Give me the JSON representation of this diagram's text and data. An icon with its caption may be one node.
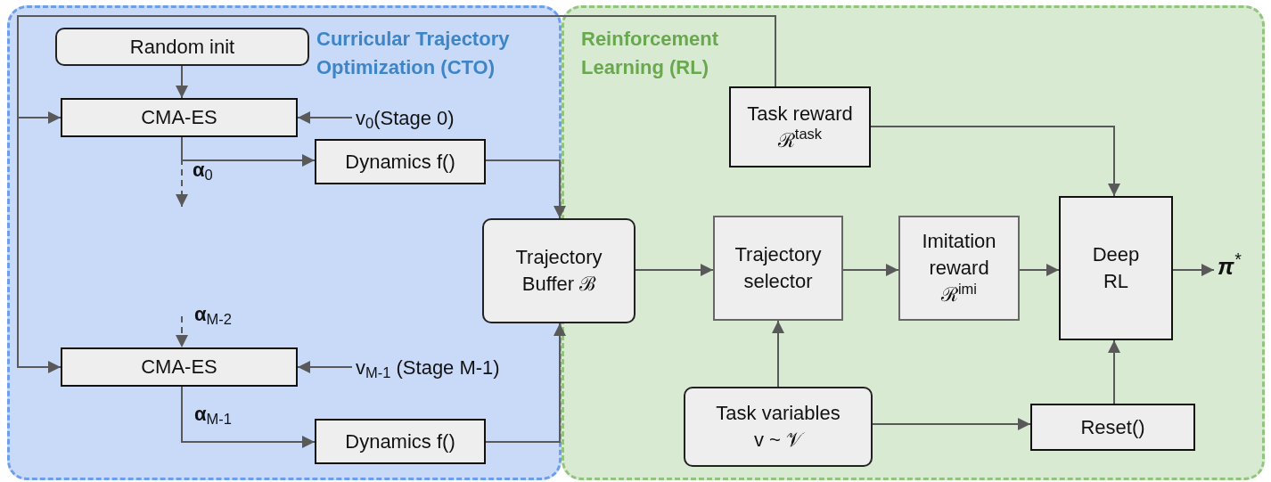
{
  "diagram": {
    "nodes": [
      {
        "text": [
          "Curricular Trajectory Optimization (CTO)"
        ]
      },
      {
        "text": [
          "Reinforcement Learning (RL)"
        ]
      },
      {
        "text": [
          "Random init"
        ],
        "in": 0
      },
      {
        "text": [
          "CMA-ES"
        ],
        "in": 0
      },
      {
        "text": [
          "v$_{0}$(Stage 0)"
        ],
        "in": 0
      },
      {
        "text": [
          "Dynamics f()"
        ],
        "in": 0
      },
      {
        "text": [
          "CMA-ES"
        ],
        "in": 0
      },
      {
        "text": [
          "v$_{M-1}$ (Stage M-1)"
        ],
        "in": 0
      },
      {
        "text": [
          "Dynamics f()"
        ],
        "in": 0
      },
      {
        "text": [
          "Trajectory Buffer ℬ"
        ]
      },
      {
        "text": [
          "Task reward",
          "ℛ$^{task}$"
        ],
        "in": 1
      },
      {
        "text": [
          "Trajectory selector"
        ],
        "in": 1
      },
      {
        "text": [
          "Imitation reward",
          "ℛ$^{imi}$"
        ],
        "in": 1
      },
      {
        "text": [
          "Deep RL"
        ],
        "in": 1
      },
      {
        "text": [
          "**π**$^{*}$"
        ],
        "in": 1
      },
      {
        "text": [
          "Task variables",
          "v ~ 𝒱"
        ],
        "in": 1
      },
      {
        "text": [
          "Reset()"
        ],
        "in": 1
      }
    ],
    "edges": [
      {
        "from": 2,
        "to": 3,
        "arrow": "to"
      },
      {
        "from": 4,
        "to": 3,
        "arrow": "to"
      },
      {
        "from": 3,
        "to": 5,
        "arrow": "to",
        "label": "**α**$_{0}$"
      },
      {
        "from": 3,
        "to": null,
        "arrow": "to",
        "style": "dashed"
      },
      {
        "from": 5,
        "to": 9,
        "arrow": "to"
      },
      {
        "from": null,
        "to": 6,
        "arrow": "to",
        "style": "dashed",
        "label": "**α**$_{M-2}$"
      },
      {
        "from": 7,
        "to": 6,
        "arrow": "to"
      },
      {
        "from": 6,
        "to": 8,
        "arrow": "to",
        "label": "**α**$_{M-1}$"
      },
      {
        "from": 8,
        "to": 9,
        "arrow": "to"
      },
      {
        "from": 10,
        "to": 3,
        "arrow": "to"
      },
      {
        "from": 10,
        "to": 6,
        "arrow": "to"
      },
      {
        "from": 10,
        "to": 13,
        "arrow": "to"
      },
      {
        "from": 9,
        "to": 11,
        "arrow": "to"
      },
      {
        "from": 11,
        "to": 12,
        "arrow": "to"
      },
      {
        "from": 12,
        "to": 13,
        "arrow": "to"
      },
      {
        "from": 13,
        "to": 14,
        "arrow": "to"
      },
      {
        "from": 15,
        "to": 11,
        "arrow": "to"
      },
      {
        "from": 15,
        "to": 16,
        "arrow": "to"
      },
      {
        "from": 16,
        "to": 13,
        "arrow": "to"
      }
    ]
  }
}
